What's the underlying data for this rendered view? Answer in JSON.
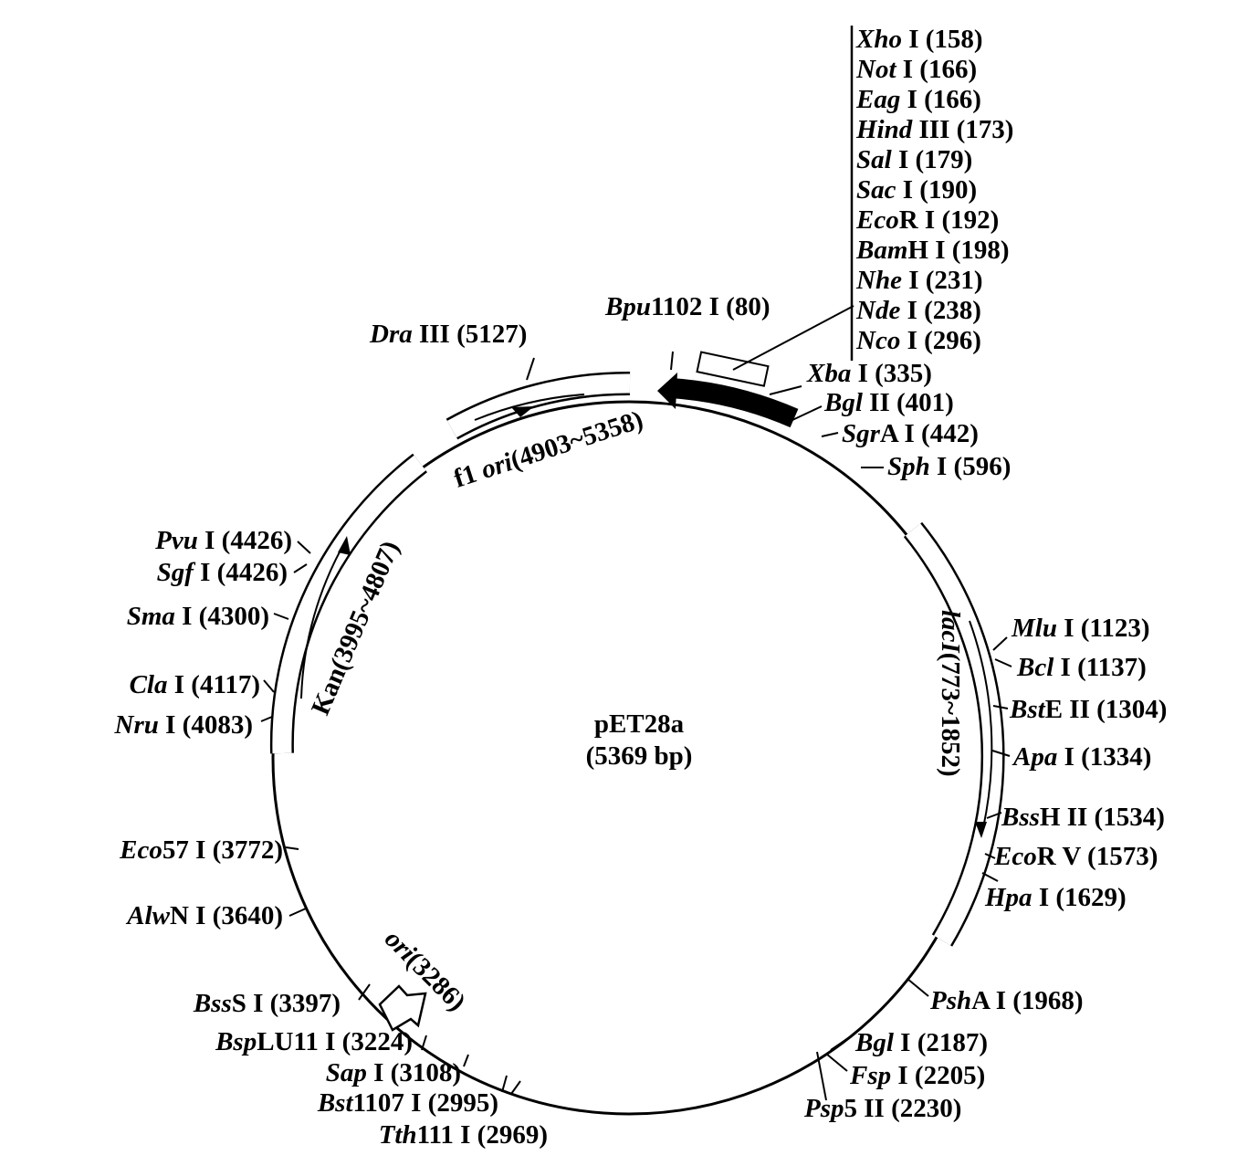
{
  "plasmid": {
    "name": "pET28a",
    "size": "(5369 bp)"
  },
  "sites_right": [
    {
      "pre": "Xba",
      "post": " I (335)"
    },
    {
      "pre": "Bgl",
      "post": " II (401)"
    },
    {
      "pre": "Sgr",
      "post": "A I (442)"
    },
    {
      "pre": "Sph",
      "post": " I (596)"
    },
    {
      "pre": "Mlu",
      "post": " I (1123)"
    },
    {
      "pre": "Bcl",
      "post": " I (1137)"
    },
    {
      "pre": "Bst",
      "post": "E II (1304)"
    },
    {
      "pre": "Apa",
      "post": " I (1334)"
    },
    {
      "pre": "Bss",
      "post": "H II (1534)"
    },
    {
      "pre": "Eco",
      "post": "R V (1573)"
    },
    {
      "pre": "Hpa",
      "post": " I (1629)"
    },
    {
      "pre": "Psh",
      "post": "A I (1968)"
    },
    {
      "pre": "Bgl",
      "post": " I (2187)"
    },
    {
      "pre": "Fsp",
      "post": " I (2205)"
    },
    {
      "pre": "Psp",
      "post": "5 II (2230)"
    }
  ],
  "sites_left": [
    {
      "pre": "Pvu",
      "post": " I (4426)"
    },
    {
      "pre": "Sgf",
      "post": " I (4426)"
    },
    {
      "pre": "Sma",
      "post": " I (4300)"
    },
    {
      "pre": "Cla",
      "post": " I (4117)"
    },
    {
      "pre": "Nru",
      "post": " I (4083)"
    },
    {
      "pre": "Eco",
      "post": "57 I (3772)"
    },
    {
      "pre": "Alw",
      "post": "N I (3640)"
    },
    {
      "pre": "Bss",
      "post": "S I (3397)"
    },
    {
      "pre": "Bsp",
      "post": "LU11 I (3224)"
    },
    {
      "pre": "Sap",
      "post": " I (3108)"
    },
    {
      "pre": "Bst",
      "post": "1107 I (2995)"
    },
    {
      "pre": "Tth",
      "post": "111 I (2969)"
    }
  ],
  "sites_top": [
    {
      "pre": "Dra",
      "post": " III (5127)"
    },
    {
      "pre": "Bpu",
      "post": "1102 I (80)"
    }
  ],
  "mcs": [
    {
      "pre": "Xho",
      "post": " I (158)"
    },
    {
      "pre": "Not",
      "post": " I (166)"
    },
    {
      "pre": "Eag",
      "post": " I (166)"
    },
    {
      "pre": "Hind",
      "post": " III (173)"
    },
    {
      "pre": "Sal",
      "post": " I (179)"
    },
    {
      "pre": "Sac",
      "post": " I (190)"
    },
    {
      "pre": "Eco",
      "post": "R I (192)"
    },
    {
      "pre": "Bam",
      "post": "H I (198)"
    },
    {
      "pre": "Nhe",
      "post": " I (231)"
    },
    {
      "pre": "Nde",
      "post": " I (238)"
    },
    {
      "pre": "Nco",
      "post": " I (296)"
    }
  ],
  "features": {
    "f1": {
      "pre": "f1 ",
      "ital": "ori",
      "post": "(4903~5358)"
    },
    "kan": "Kan(3995~4807)",
    "lacI": {
      "ital": "lacI",
      "post": "(773~1852)"
    },
    "ori": {
      "ital": "ori",
      "post": "(3286)"
    }
  }
}
